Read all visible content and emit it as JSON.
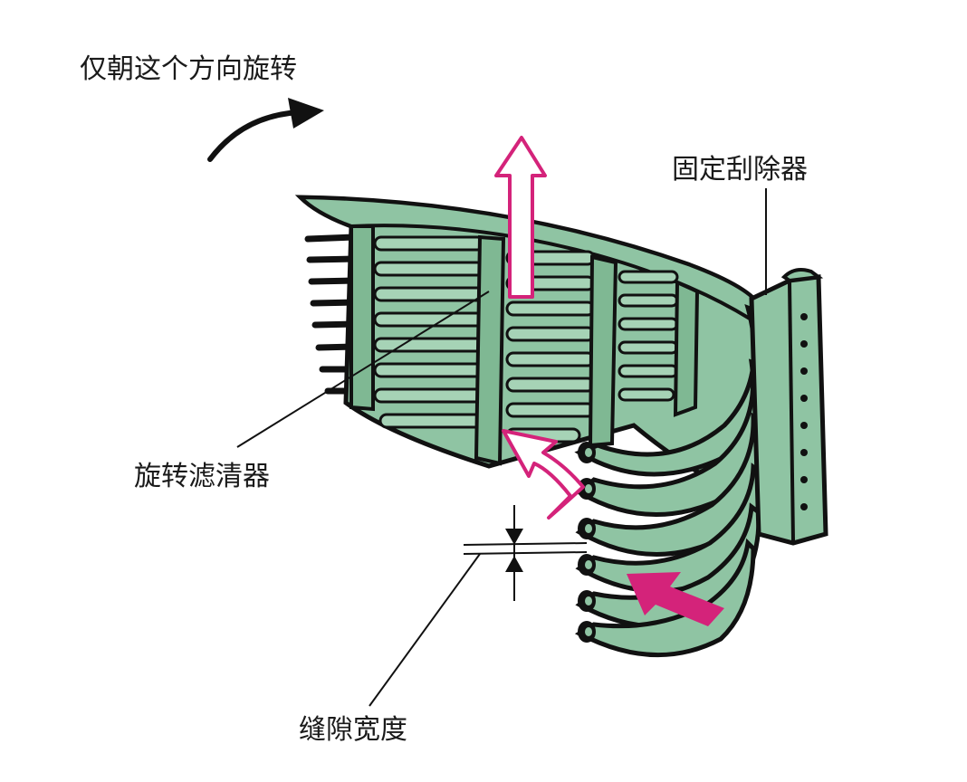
{
  "labels": {
    "rotation_direction": "仅朝这个方向旋转",
    "fixed_scraper": "固定刮除器",
    "rotating_filter": "旋转滤清器",
    "gap_width": "缝隙宽度"
  },
  "colors": {
    "filter_green": "#8fc4a3",
    "filter_green_dark": "#6fa886",
    "outline": "#111111",
    "flow_arrow_magenta": "#d4237a",
    "flow_arrow_fill": "#ffffff",
    "background": "#ffffff"
  },
  "icons": {
    "rotation": "curved-arrow-icon",
    "flow_out": "hollow-up-arrow-icon",
    "flow_in": "solid-magenta-arrow-icon",
    "gap_marker": "dimension-arrows-icon"
  }
}
